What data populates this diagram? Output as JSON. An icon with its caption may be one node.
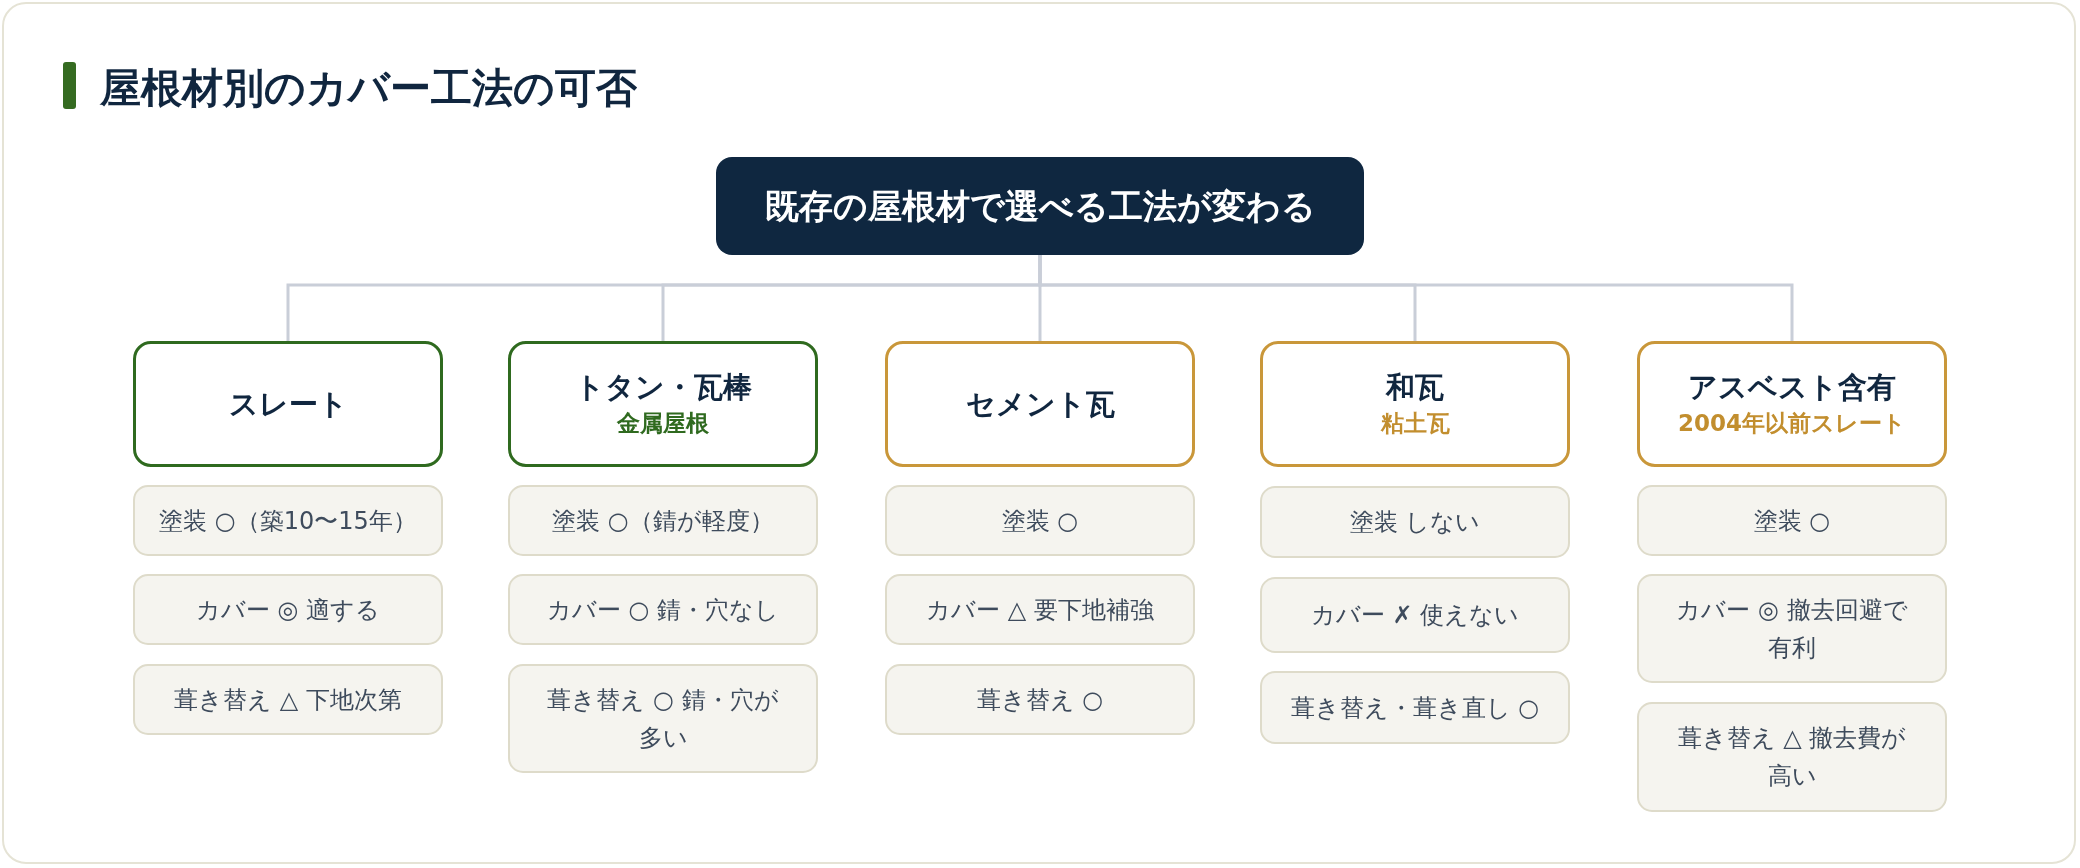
{
  "diagram": {
    "title": "屋根材別のカバー工法の可否",
    "nodes": [
      {
        "text": [
          "既存の屋根材で選べる工法が変わる"
        ]
      },
      {
        "text": [
          "スレート"
        ]
      },
      {
        "text": [
          "塗装 ○（築10〜15年）"
        ]
      },
      {
        "text": [
          "カバー ◎ 適する"
        ]
      },
      {
        "text": [
          "葺き替え △ 下地次第"
        ]
      },
      {
        "text": [
          "トタン・瓦棒",
          "金属屋根"
        ]
      },
      {
        "text": [
          "塗装 ○（錆が軽度）"
        ]
      },
      {
        "text": [
          "カバー ○ 錆・穴なし"
        ]
      },
      {
        "text": [
          "葺き替え ○ 錆・穴が多い"
        ]
      },
      {
        "text": [
          "セメント瓦"
        ]
      },
      {
        "text": [
          "塗装 ○"
        ]
      },
      {
        "text": [
          "カバー △ 要下地補強"
        ]
      },
      {
        "text": [
          "葺き替え ○"
        ]
      },
      {
        "text": [
          "和瓦",
          "粘土瓦"
        ]
      },
      {
        "text": [
          "塗装 しない"
        ]
      },
      {
        "text": [
          "カバー ✗ 使えない"
        ]
      },
      {
        "text": [
          "葺き替え・葺き直し ○"
        ]
      },
      {
        "text": [
          "アスベスト含有",
          "2004年以前スレート"
        ]
      },
      {
        "text": [
          "塗装 ○"
        ]
      },
      {
        "text": [
          "カバー ◎ 撤去回避で有利"
        ]
      },
      {
        "text": [
          "葺き替え △ 撤去費が高い"
        ]
      }
    ],
    "edges": [
      {
        "from": 0,
        "to": 1,
        "arrow": "none"
      },
      {
        "from": 0,
        "to": 5,
        "arrow": "none"
      },
      {
        "from": 0,
        "to": 9,
        "arrow": "none"
      },
      {
        "from": 0,
        "to": 13,
        "arrow": "none"
      },
      {
        "from": 0,
        "to": 17,
        "arrow": "none"
      }
    ]
  }
}
